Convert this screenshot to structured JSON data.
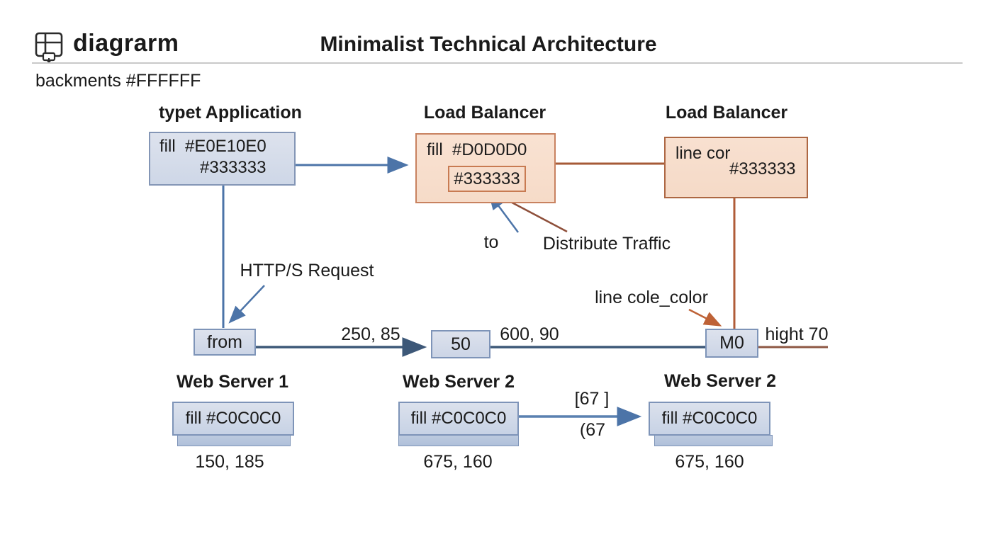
{
  "header": {
    "app_name": "diagrarm",
    "logo_icon": "window-grid-icon",
    "doc_title": "Minimalist Technical Architecture",
    "canvas_note": "backments #FFFFFF"
  },
  "colors": {
    "background": "#FFFFFF",
    "blue_node_fill": "#D4DCEA",
    "blue_node_border": "#8496B6",
    "peach_node_fill": "#F7DECC",
    "peach_node_border": "#C88260",
    "blue_connector": "#4C74A8",
    "dark_connector": "#3D5878",
    "orange_connector": "#AD5C39",
    "brown_connector": "#8E4F3A",
    "text": "#1A1A1A"
  },
  "nodes": {
    "client": {
      "title": "typet Application",
      "body_line1": "fill  #E0E10E0",
      "body_line2": "#333333"
    },
    "load_balancer_1": {
      "title": "Load Balancer",
      "body_line1": "fill  #D0D0D0",
      "inner_box": "#333333"
    },
    "load_balancer_2": {
      "title": "Load Balancer",
      "body_line1": "line cor",
      "body_line2": "#333333"
    },
    "from_node": {
      "label": "from"
    },
    "mid_node": {
      "label": "50"
    },
    "m0_node": {
      "label": "M0"
    },
    "web_server_1": {
      "title": "Web Server 1",
      "body": "fill #C0C0C0",
      "coords": "150, 185"
    },
    "web_server_2a": {
      "title": "Web Server 2",
      "body": "fill #C0C0C0",
      "coords": "675, 160"
    },
    "web_server_2b": {
      "title": "Web Server 2",
      "body": "fill #C0C0C0",
      "coords": "675, 160"
    }
  },
  "annotations": {
    "https_request": "HTTP/S Request",
    "to_label": "to",
    "distribute_traffic": "Distribute Traffic",
    "coord_250_85": "250, 85",
    "coord_600_90": "600, 90",
    "line_cole_color": "line cole_color",
    "hight_70": "hight 70",
    "bracket_67": "[67 ]",
    "paren_67": "(67"
  }
}
